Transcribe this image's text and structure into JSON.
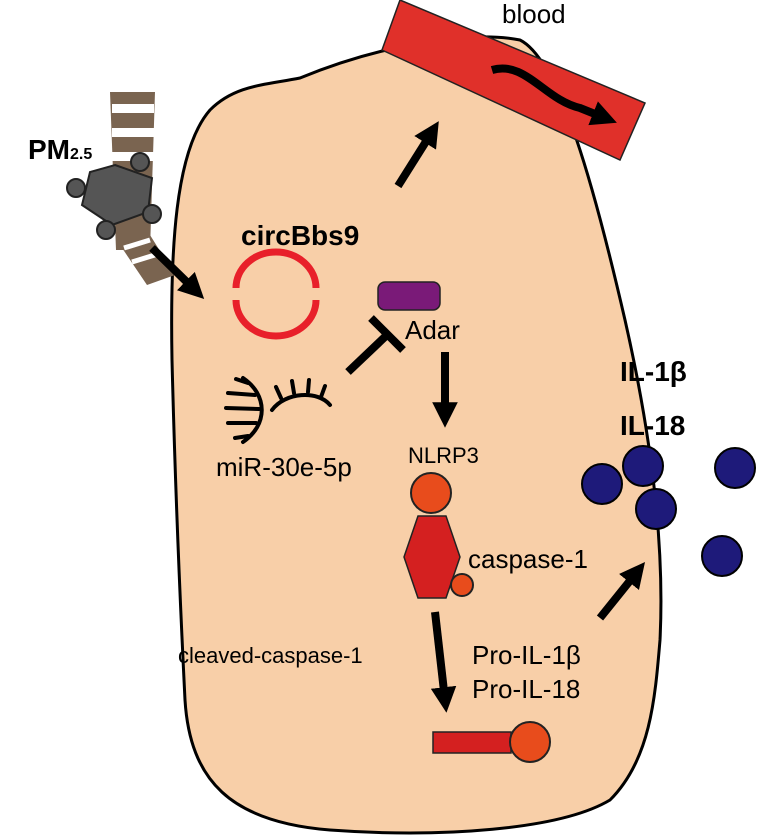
{
  "labels": {
    "blood": "blood",
    "pm": "PM",
    "pm_sub": "2.5",
    "circ": "circBbs9",
    "adar": "Adar",
    "mir": "miR-30e-5p",
    "nlrp3": "NLRP3",
    "caspase1": "caspase-1",
    "cleaved": "cleaved-caspase-1",
    "pro_il1b": "Pro-IL-1β",
    "pro_il18": "Pro-IL-18",
    "il1b": "IL-1β",
    "il18": "IL-18"
  },
  "colors": {
    "cell_fill": "#f8cfa8",
    "blood_vessel": "#e0302a",
    "circ_rna": "#e8202a",
    "adar": "#7a1a78",
    "nlrp3": "#e84c1c",
    "caspase_hexagon": "#d42020",
    "cytokine": "#1e1a7a",
    "particle": "#555555"
  }
}
